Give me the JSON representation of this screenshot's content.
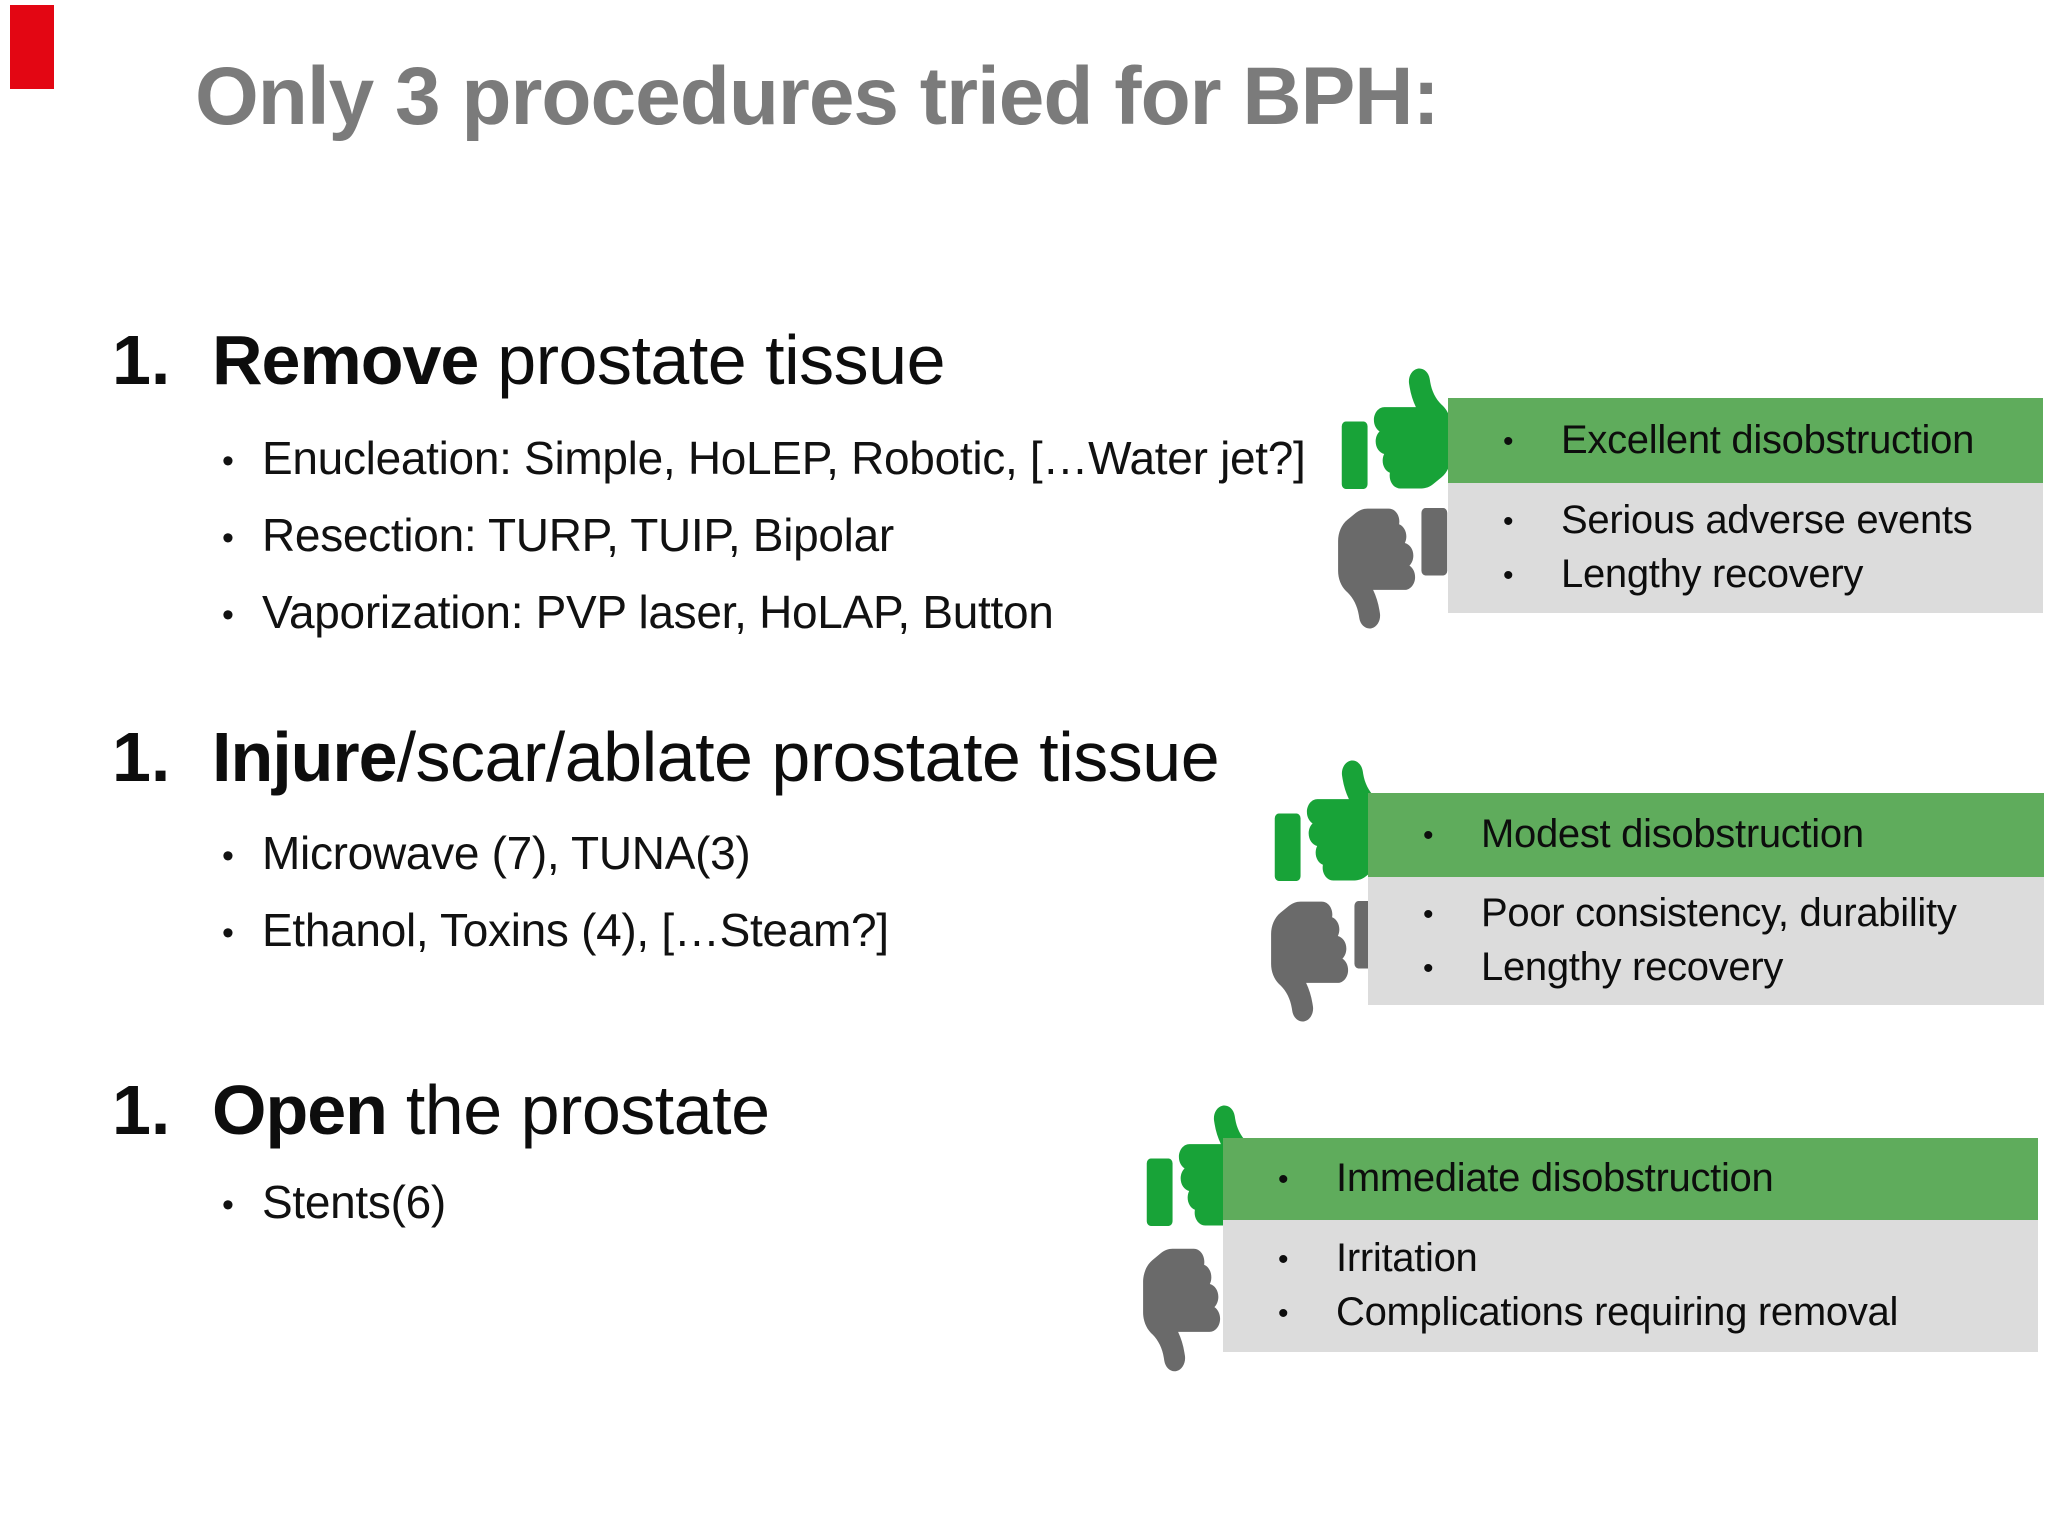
{
  "title": "Only 3 procedures tried for BPH:",
  "bullet_glyph": "•",
  "colors": {
    "red_flag": "#e30613",
    "title_gray": "#7b7b7b",
    "green_box": "#5fac5c",
    "gray_box": "#dcdcdc",
    "thumb_green": "#18a338",
    "thumb_gray": "#6a6a6a"
  },
  "sections": [
    {
      "number": "1.",
      "keyword": "Remove",
      "rest": " prostate tissue",
      "bullets": [
        "Enucleation: Simple, HoLEP, Robotic, […Water jet?]",
        "Resection: TURP, TUIP, Bipolar",
        "Vaporization: PVP laser, HoLAP, Button"
      ]
    },
    {
      "number": "1.",
      "keyword": "Injure",
      "rest": "/scar/ablate prostate tissue",
      "bullets": [
        "Microwave (7), TUNA(3)",
        "Ethanol, Toxins (4), […Steam?]"
      ]
    },
    {
      "number": "1.",
      "keyword": "Open",
      "rest": " the prostate",
      "bullets": [
        "Stents(6)"
      ]
    }
  ],
  "assessments": [
    {
      "pros": [
        "Excellent disobstruction"
      ],
      "cons": [
        "Serious adverse events",
        "Lengthy recovery"
      ]
    },
    {
      "pros": [
        "Modest disobstruction"
      ],
      "cons": [
        "Poor consistency, durability",
        "Lengthy recovery"
      ]
    },
    {
      "pros": [
        "Immediate disobstruction"
      ],
      "cons": [
        "Irritation",
        "Complications requiring removal"
      ]
    }
  ]
}
